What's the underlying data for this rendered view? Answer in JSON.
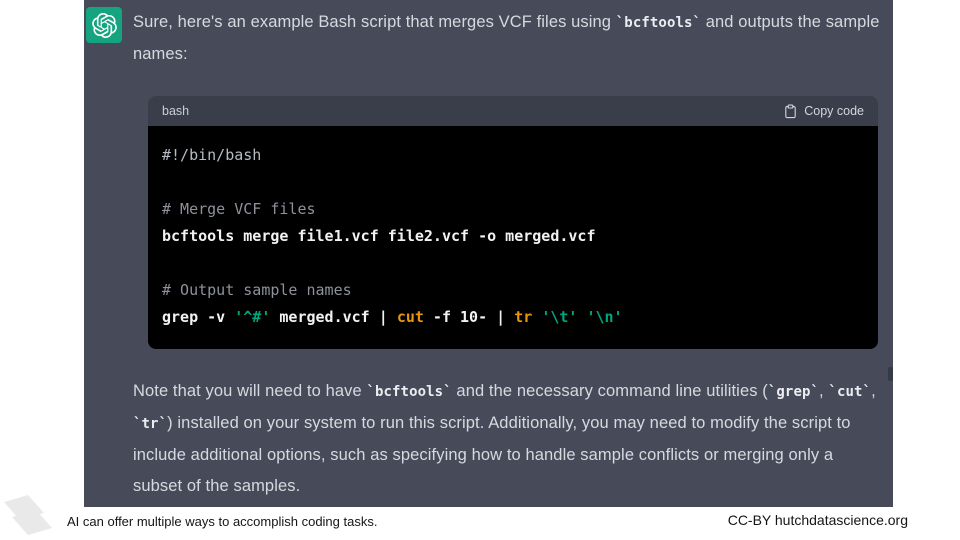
{
  "chat": {
    "avatar": {
      "icon": "openai-logo",
      "background": "#16A37F"
    },
    "paragraph1": {
      "runs": [
        {
          "t": "Sure, here's an example Bash script that merges VCF files using ",
          "s": "plain"
        },
        {
          "t": "`bcftools`",
          "s": "code"
        },
        {
          "t": " and outputs the sample names:",
          "s": "plain"
        }
      ]
    },
    "code_block": {
      "language_label": "bash",
      "copy_button": {
        "icon": "clipboard",
        "label": "Copy code"
      },
      "lines": [
        [
          {
            "t": "#!/bin/bash",
            "c": "meta"
          }
        ],
        [],
        [
          {
            "t": "# Merge VCF files",
            "c": "comment"
          }
        ],
        [
          {
            "t": "bcftools merge file1.vcf file2.vcf -o merged.vcf",
            "c": "cmd"
          }
        ],
        [],
        [
          {
            "t": "# Output sample names",
            "c": "comment"
          }
        ],
        [
          {
            "t": "grep -v ",
            "c": "cmd"
          },
          {
            "t": "'^#'",
            "c": "string"
          },
          {
            "t": " merged.vcf | ",
            "c": "cmd"
          },
          {
            "t": "cut",
            "c": "builtin"
          },
          {
            "t": " -f 10- | ",
            "c": "cmd"
          },
          {
            "t": "tr",
            "c": "builtin"
          },
          {
            "t": " ",
            "c": "cmd"
          },
          {
            "t": "'\\t'",
            "c": "string"
          },
          {
            "t": " ",
            "c": "cmd"
          },
          {
            "t": "'\\n'",
            "c": "string"
          }
        ]
      ]
    },
    "paragraph2": {
      "runs": [
        {
          "t": "Note that you will need to have ",
          "s": "plain"
        },
        {
          "t": "`bcftools`",
          "s": "code"
        },
        {
          "t": " and the necessary command line utilities (",
          "s": "plain"
        },
        {
          "t": "`grep`",
          "s": "code"
        },
        {
          "t": ", ",
          "s": "plain"
        },
        {
          "t": "`cut`",
          "s": "code"
        },
        {
          "t": ", ",
          "s": "plain"
        },
        {
          "t": "`tr`",
          "s": "code"
        },
        {
          "t": ") installed on your system to run this script. Additionally, you may need to modify the script to include additional options, such as specifying how to handle sample conflicts or merging only a subset of the samples.",
          "s": "plain"
        }
      ]
    }
  },
  "footer": {
    "caption": "AI can offer multiple ways to accomplish coding tasks.",
    "attribution": "CC-BY hutchdatascience.org"
  },
  "colors": {
    "panel": "#474B59",
    "code_header": "#3A3E4A",
    "code_background": "#000000",
    "avatar_green": "#16A37F",
    "code_string_green": "#00A67D",
    "code_builtin_orange": "#E9950C",
    "body_text": "#D6D9DF"
  }
}
